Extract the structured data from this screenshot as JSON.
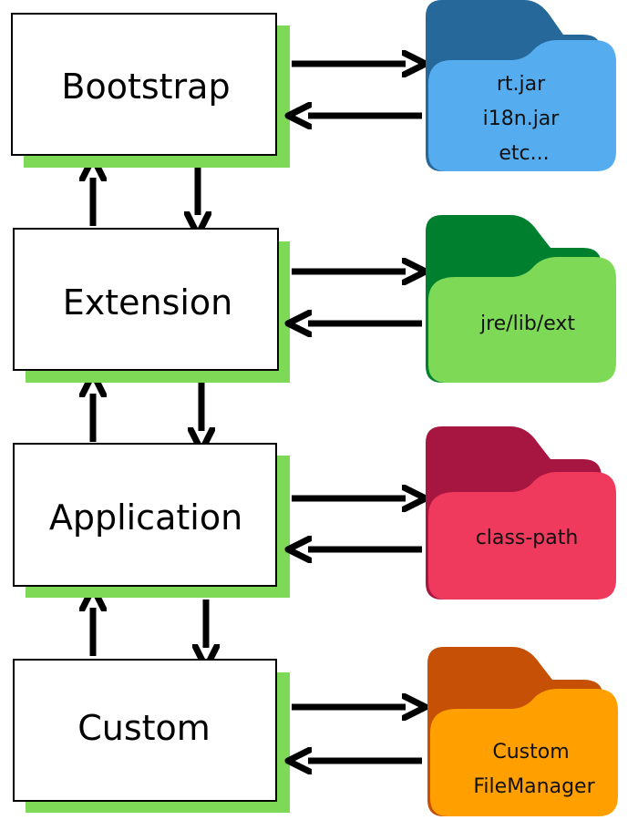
{
  "loaders": [
    {
      "label": "Bootstrap",
      "folder_lines": [
        "rt.jar",
        "i18n.jar",
        "etc..."
      ],
      "folder_back": "#256899",
      "folder_front": "#55acee"
    },
    {
      "label": "Extension",
      "folder_lines": [
        "jre/lib/ext"
      ],
      "folder_back": "#00802f",
      "folder_front": "#7ed957"
    },
    {
      "label": "Application",
      "folder_lines": [
        "class-path"
      ],
      "folder_back": "#a61640",
      "folder_front": "#ef3a5d"
    },
    {
      "label": "Custom",
      "folder_lines": [
        "Custom",
        "FileManager"
      ],
      "folder_back": "#c65005",
      "folder_front": "#ff9f00"
    }
  ],
  "colors": {
    "box_fill": "#ffffff",
    "box_stroke": "#000000",
    "box_shadow": "#7ed957",
    "arrow": "#000000"
  }
}
